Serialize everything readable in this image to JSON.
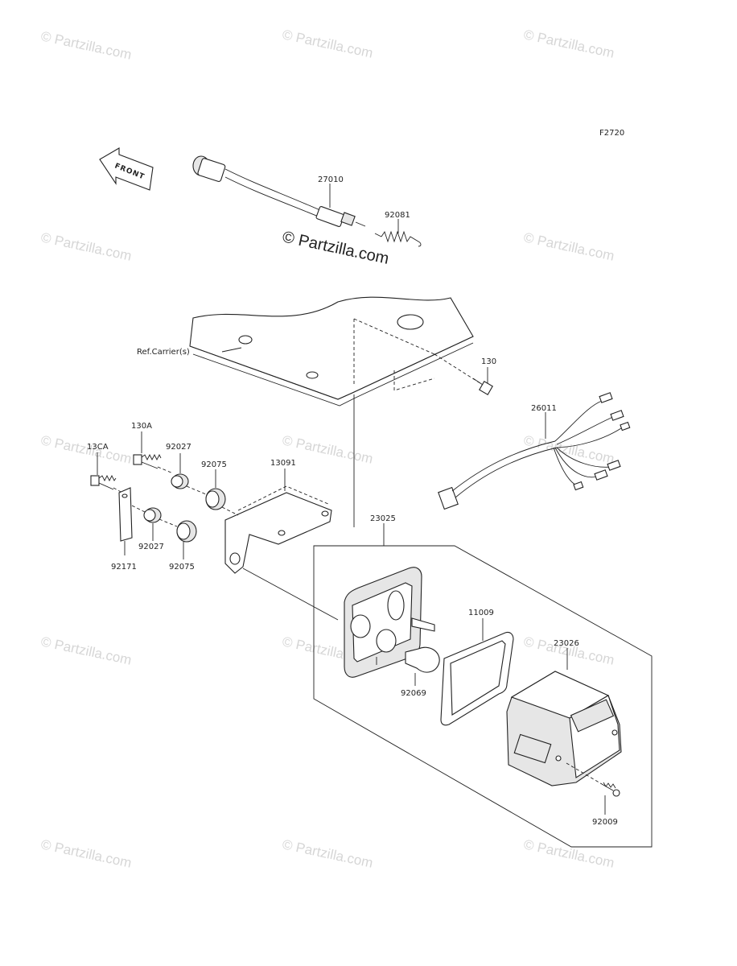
{
  "figure_code": "F2720",
  "front_label": "FRONT",
  "center_watermark": "© Partzilla.com",
  "watermark_text": "© Partzilla.com",
  "reference_label": "Ref.Carrier(s)",
  "callouts": [
    {
      "id": "27010",
      "text": "27010"
    },
    {
      "id": "92081",
      "text": "92081"
    },
    {
      "id": "130",
      "text": "130"
    },
    {
      "id": "26011",
      "text": "26011"
    },
    {
      "id": "130A",
      "text": "130A"
    },
    {
      "id": "13CA",
      "text": "13CA"
    },
    {
      "id": "92027a",
      "text": "92027"
    },
    {
      "id": "92075a",
      "text": "92075"
    },
    {
      "id": "13091",
      "text": "13091"
    },
    {
      "id": "92171",
      "text": "92171"
    },
    {
      "id": "92027b",
      "text": "92027"
    },
    {
      "id": "92075b",
      "text": "92075"
    },
    {
      "id": "23025",
      "text": "23025"
    },
    {
      "id": "11009",
      "text": "11009"
    },
    {
      "id": "23026",
      "text": "23026"
    },
    {
      "id": "92069",
      "text": "92069"
    },
    {
      "id": "92009",
      "text": "92009"
    }
  ]
}
